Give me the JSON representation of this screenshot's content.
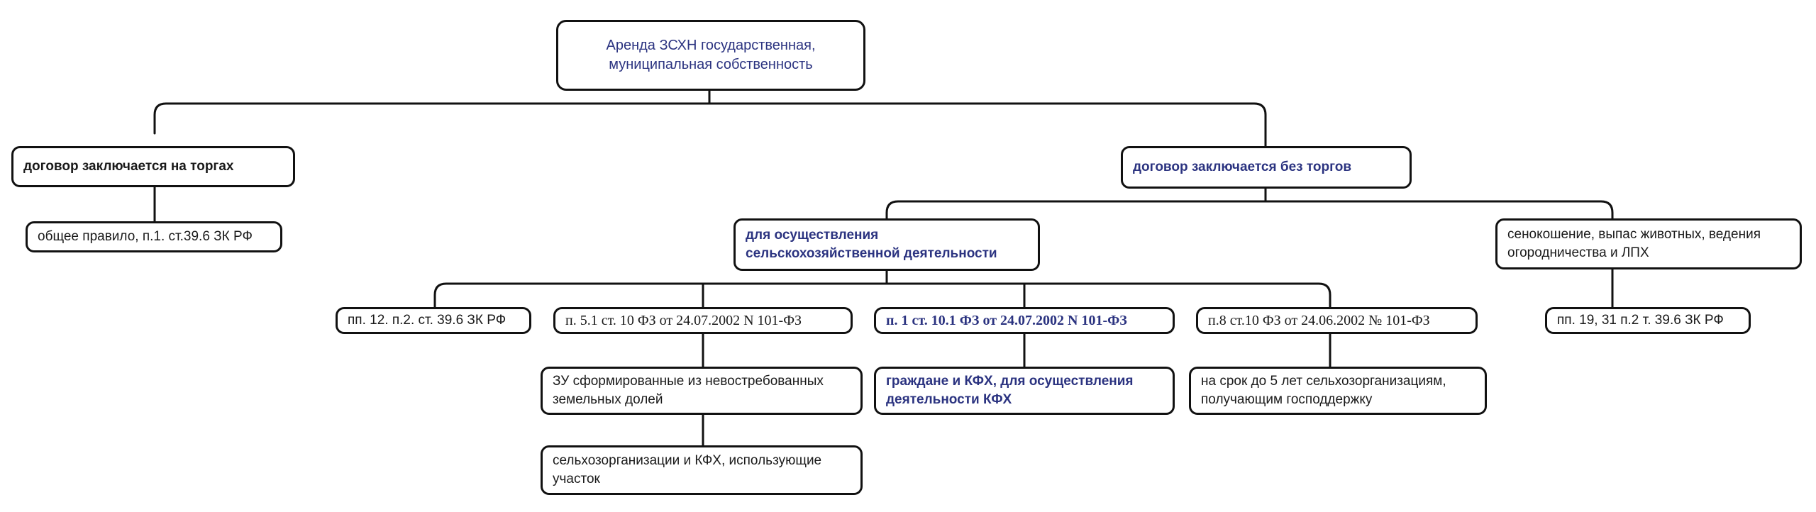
{
  "colors": {
    "border": "#111111",
    "text": "#1a1a1a",
    "accent": "#2b3380",
    "background": "#ffffff"
  },
  "nodes": {
    "root": "Аренда ЗСХН государственная,\nмуниципальная собственность",
    "auction": "договор заключается на торгах",
    "auction_rule": "общее правило, п.1. ст.39.6 ЗК РФ",
    "no_auction": "договор заключается без торгов",
    "agri_activity": "для осуществления\nсельскохозяйственной деятельности",
    "haymaking": "сенокошение, выпас животных, ведения\nогородничества и ЛПХ",
    "haymaking_basis": "пп. 19, 31 п.2 т. 39.6 ЗК РФ",
    "basis_1": "пп. 12. п.2. ст. 39.6 ЗК РФ",
    "basis_2": "п. 5.1 ст. 10 ФЗ от 24.07.2002 N 101-ФЗ",
    "basis_3": "п. 1 ст. 10.1 ФЗ от 24.07.2002 N 101-ФЗ",
    "basis_4": "п.8 ст.10 ФЗ от 24.06.2002 № 101-ФЗ",
    "unclaimed_shares": "ЗУ сформированные из невостребованных\nземельных долей",
    "users": "сельхозорганизации и КФХ, использующие\nучасток",
    "kfh": "граждане и КФХ, для осуществления\nдеятельности КФХ",
    "five_years": "на срок до 5 лет сельхозорганизациям,\nполучающим господдержку"
  }
}
